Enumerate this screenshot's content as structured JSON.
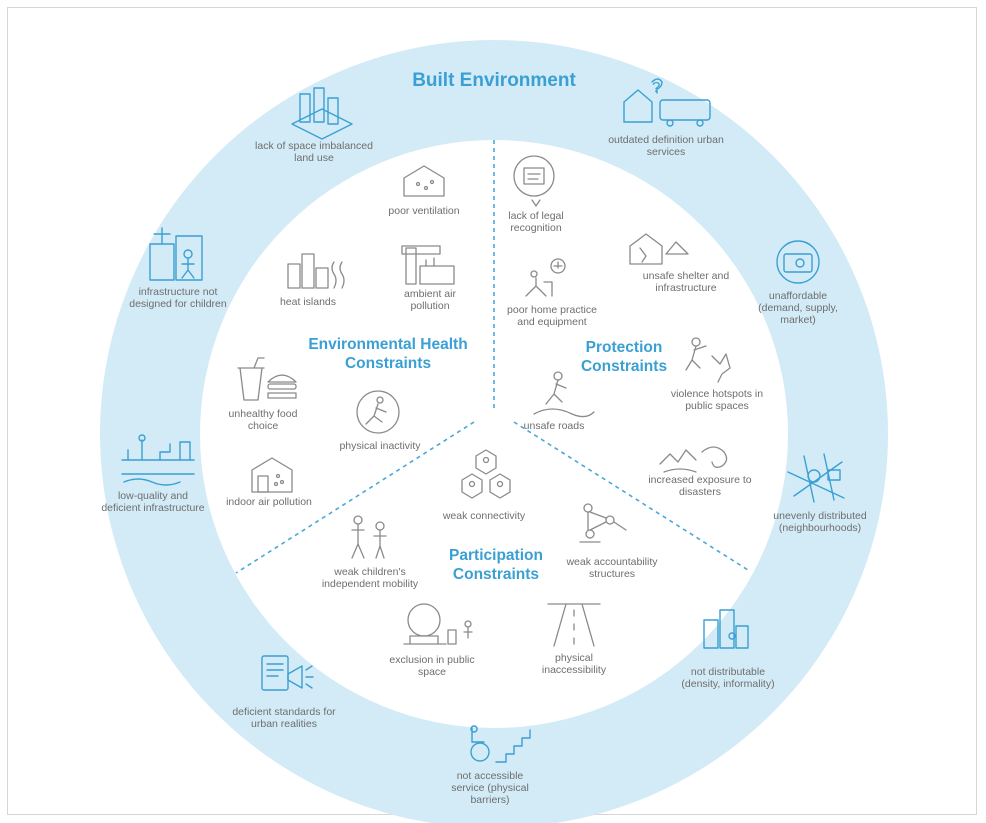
{
  "titles": {
    "outer": "Built Environment",
    "environmental": [
      "Environmental Health",
      "Constraints"
    ],
    "protection": [
      "Protection",
      "Constraints"
    ],
    "participation": [
      "Participation",
      "Constraints"
    ]
  },
  "outer_ring": {
    "lack_of_space": "lack of space imbalanced land use",
    "outdated_definition": "outdated definition urban services",
    "unaffordable": "unaffordable (demand, supply, market)",
    "unevenly_distributed": "unevenly distributed (neighbourhoods)",
    "not_distributable": "not distributable (density, informality)",
    "not_accessible": "not accessible service (physical barriers)",
    "deficient_standards": "deficient standards for urban realities",
    "low_quality": "low-quality and deficient infrastructure",
    "not_designed": "infrastructure not designed for children"
  },
  "environmental_items": {
    "poor_ventilation": "poor ventilation",
    "heat_islands": "heat islands",
    "ambient_air": "ambient air pollution",
    "unhealthy_food": "unhealthy food choice",
    "physical_inactivity": "physical inactivity",
    "indoor_air": "indoor air pollution"
  },
  "protection_items": {
    "legal_recognition": "lack of legal recognition",
    "unsafe_shelter": "unsafe shelter and infrastructure",
    "poor_home_practice": "poor home practice and equipment",
    "unsafe_roads": "unsafe roads",
    "violence_hotspots": "violence hotspots in public spaces",
    "disasters": "increased exposure to disasters"
  },
  "participation_items": {
    "weak_connectivity": "weak connectivity",
    "weak_accountability": "weak accountability structures",
    "independent_mobility": "weak children's independent mobility",
    "exclusion": "exclusion in public space",
    "inaccessibility": "physical inaccessibility"
  },
  "colors": {
    "ring": "#d3ebf6",
    "inner": "#ffffff",
    "accent": "#3aa0d4",
    "divider": "#4aa8d8",
    "icon_grey": "#8a8a8a"
  }
}
